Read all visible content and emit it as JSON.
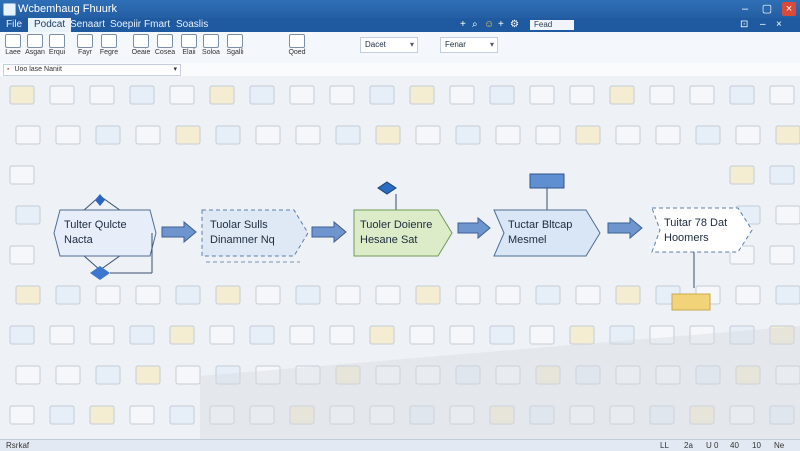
{
  "window": {
    "title": "Wcbemhaug Fhuurk",
    "search_label": "Fead"
  },
  "tabs": [
    "File",
    "Podcat",
    "Senaart",
    "Soepiir",
    "Fmart",
    "Soaslis"
  ],
  "toolbar": {
    "buttons": [
      {
        "label": "Laee",
        "icon": "doc-icon"
      },
      {
        "label": "Asgan",
        "icon": "doc-icon"
      },
      {
        "label": "Erqui",
        "icon": "doc-icon"
      },
      {
        "label": "Fayr",
        "icon": "doc-icon"
      },
      {
        "label": "Fegre",
        "icon": "doc-icon"
      },
      {
        "label": "Oeaie",
        "icon": "doc-icon"
      },
      {
        "label": "Cosea",
        "icon": "doc-icon"
      },
      {
        "label": "Elaii",
        "icon": "doc-icon"
      },
      {
        "label": "Soloa",
        "icon": "doc-icon"
      },
      {
        "label": "Sgalli",
        "icon": "doc-icon"
      },
      {
        "label": "Qoed",
        "icon": "doc-icon"
      }
    ],
    "style_dropdown": "Dacet",
    "font_dropdown": "Fenar"
  },
  "address": "Uoo lase Naniit",
  "diagram": {
    "nodes": [
      {
        "line1": "Tulter Qulcte",
        "line2": "Nacta",
        "fill": "#e8eef9"
      },
      {
        "line1": "Tuolar Sulls",
        "line2": "Dinamner Nq",
        "fill": "#dfe9f6"
      },
      {
        "line1": "Tuoler Doienre",
        "line2": "Hesane Sat",
        "fill": "#dcecc9"
      },
      {
        "line1": "Tuctar Bltcap",
        "line2": "Mesmel",
        "fill": "#d8e6f5"
      },
      {
        "line1": "Tuitar 78 Dat",
        "line2": "Hoomers",
        "fill": "#ffffff"
      }
    ],
    "colors": {
      "arrow": "#6f95cf",
      "accent": "#f1d37a"
    }
  },
  "status": {
    "left": "Rsrkaf",
    "items": [
      "LL",
      "2a",
      "U 0",
      "40",
      "10",
      "Ne"
    ]
  }
}
